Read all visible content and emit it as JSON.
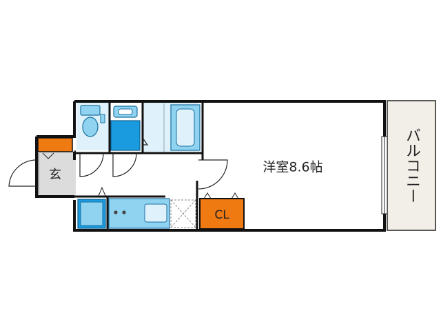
{
  "rooms": {
    "western_room": "洋室8.6帖",
    "entrance": "玄",
    "closet": "CL",
    "balcony": "バルコニー"
  },
  "colors": {
    "wall": "#111111",
    "fixture_blue": "#8fd3f0",
    "bath_light": "#dff2fb",
    "accent_orange": "#f07a12",
    "balcony_fill": "#f2eee8",
    "entry_floor": "#dcdcdc",
    "wash_blue": "#1a9be0"
  }
}
